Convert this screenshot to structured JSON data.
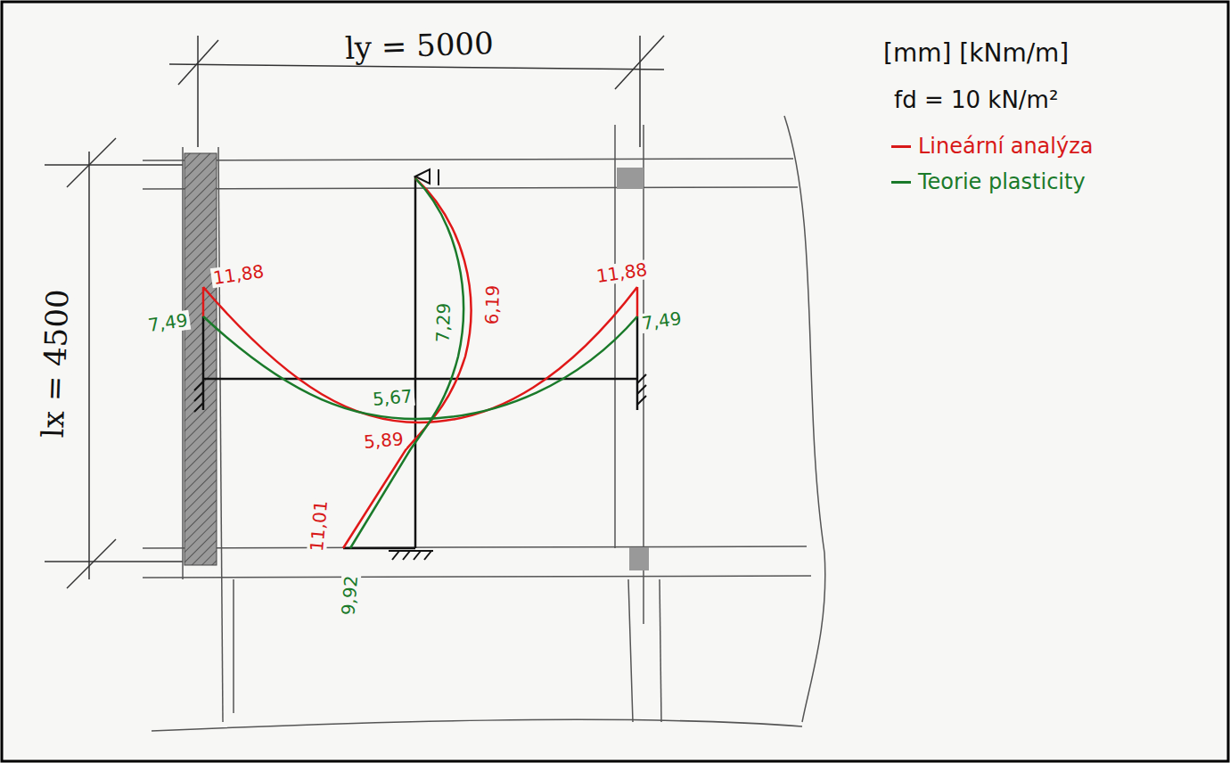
{
  "diagram": {
    "labels": [
      "ly = 5000",
      "lx = 4500",
      "[mm] [kNm/m]",
      "fd = 10 kN/m²",
      "11,88",
      "11,88",
      "7,49",
      "7,49",
      "6,19",
      "7,29",
      "5,67",
      "5,89",
      "11,01",
      "9,92"
    ],
    "legend": [
      {
        "text": "Lineární analýza"
      },
      {
        "text": "Teorie plasticity"
      }
    ]
  }
}
